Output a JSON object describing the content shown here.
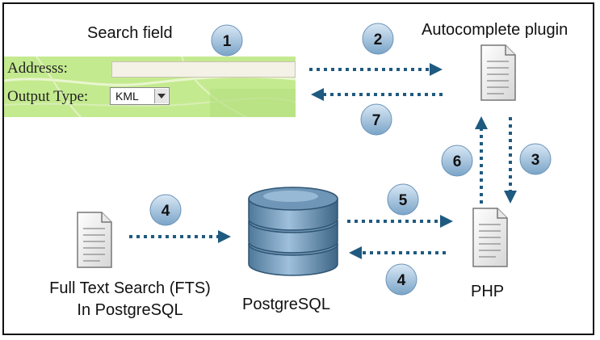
{
  "labels": {
    "search_field": "Search field",
    "autocomplete_plugin": "Autocomplete plugin",
    "fts_line1": "Full Text Search (FTS)",
    "fts_line2": "In PostgreSQL",
    "postgresql": "PostgreSQL",
    "php": "PHP"
  },
  "search_form": {
    "address_label": "Addresss:",
    "output_type_label": "Output Type:",
    "output_type_value": "KML"
  },
  "steps": [
    "1",
    "2",
    "7",
    "3",
    "6",
    "4",
    "5",
    "4"
  ],
  "colors": {
    "arrow": "#1f5a80",
    "step_badge": "#8fb6d8",
    "db_fill": "#6f96b7",
    "map_bg": "#bfe88a"
  }
}
